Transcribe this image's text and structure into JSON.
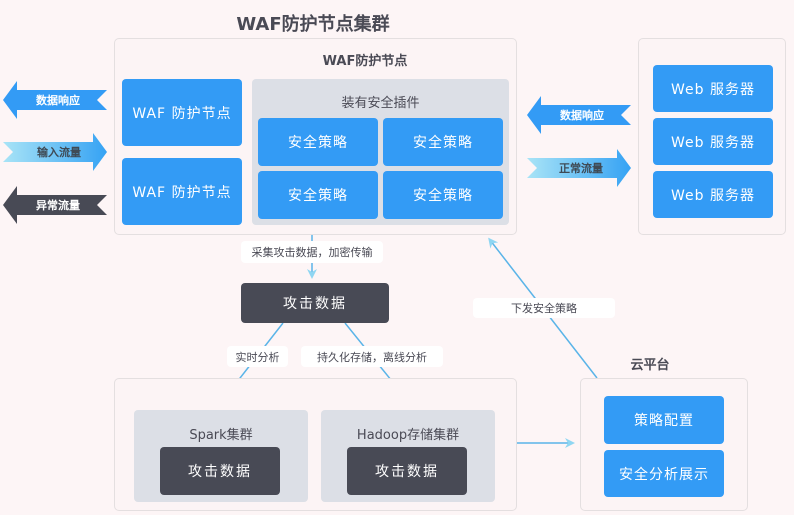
{
  "title": "WAF防护节点集群",
  "waf_panel": {
    "title": "WAF防护节点",
    "nodes": [
      "WAF 防护节点",
      "WAF 防护节点"
    ],
    "plugin_group": {
      "title": "装有安全插件",
      "policies": [
        "安全策略",
        "安全策略",
        "安全策略",
        "安全策略"
      ]
    }
  },
  "left_arrows": [
    {
      "label": "数据响应",
      "direction": "left",
      "style": "blue"
    },
    {
      "label": "输入流量",
      "direction": "right",
      "style": "light-gradient"
    },
    {
      "label": "异常流量",
      "direction": "left",
      "style": "dark"
    }
  ],
  "right_arrows": [
    {
      "label": "数据响应",
      "direction": "left",
      "style": "blue"
    },
    {
      "label": "正常流量",
      "direction": "right",
      "style": "light-gradient"
    }
  ],
  "web_servers": [
    "Web 服务器",
    "Web 服务器",
    "Web 服务器"
  ],
  "attack_data": {
    "label": "攻击数据",
    "collect_label": "采集攻击数据，加密传输",
    "realtime_label": "实时分析",
    "offline_label": "持久化存储，离线分析"
  },
  "clusters": [
    {
      "title": "Spark集群",
      "content": "攻击数据"
    },
    {
      "title": "Hadoop存储集群",
      "content": "攻击数据"
    }
  ],
  "cloud": {
    "title": "云平台",
    "items": [
      "策略配置",
      "安全分析展示"
    ],
    "dispatch_label": "下发安全策略"
  },
  "colors": {
    "background": "#fdf5f6",
    "blue": "#339bf5",
    "dark": "#484a55",
    "gray": "#dcdfe6",
    "connector": "#5ab4e8"
  }
}
